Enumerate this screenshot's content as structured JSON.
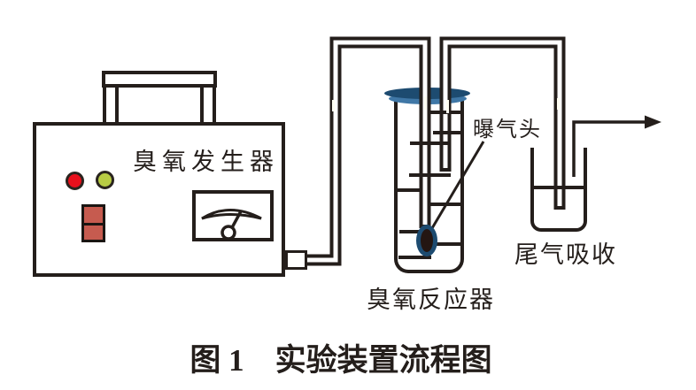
{
  "figure": {
    "caption": "图 1　实验装置流程图"
  },
  "components": {
    "generator": {
      "label": "臭氧发生器",
      "indicator_lights": [
        "red",
        "green"
      ],
      "switch_type": "red-rocker-switch",
      "meter_type": "analog-dial-gauge"
    },
    "reactor": {
      "label": "臭氧反应器",
      "aeration_head_label": "曝气头",
      "graduation_mark_count": 9
    },
    "absorber": {
      "label": "尾气吸收"
    }
  },
  "icons": {
    "exhaust_arrow": "arrow-right",
    "meter_gauge": "analog-meter-dial",
    "red_light": "indicator-dot-red",
    "green_light": "indicator-dot-green"
  },
  "colors": {
    "line": "#241e1b",
    "red_light": "#e8101c",
    "green_light": "#b8cc44",
    "switch_red": "#c65b4f",
    "cap_blue_dark": "#1d4b70",
    "cap_blue_light": "#3f77a6",
    "aeration_head_center": "#241612"
  }
}
